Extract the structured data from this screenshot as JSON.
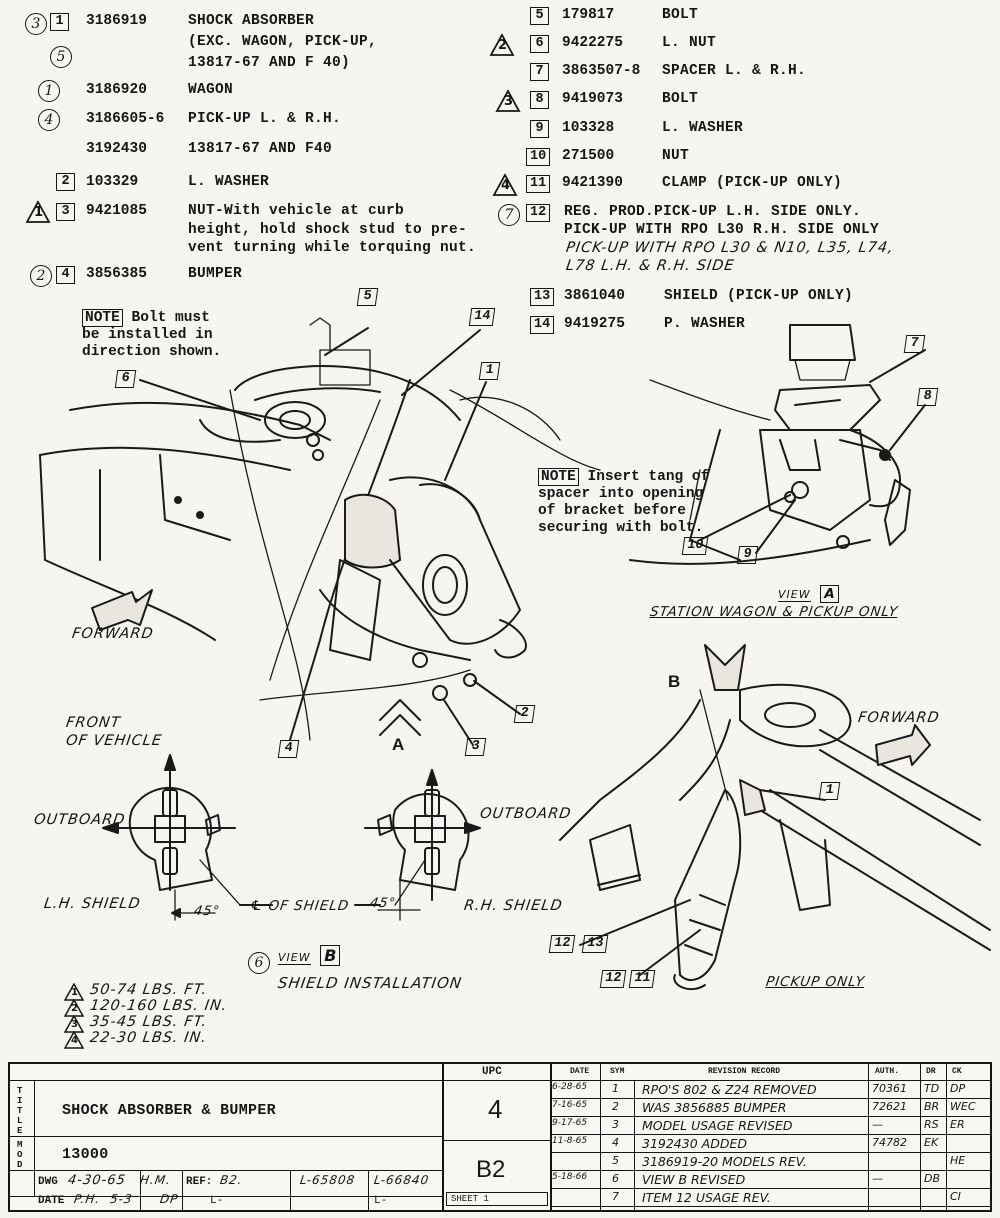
{
  "parts_list": {
    "left": [
      {
        "callouts": [
          "3"
        ],
        "item": "1",
        "part": "3186919",
        "desc": [
          "SHOCK ABSORBER",
          "(EXC. WAGON, PICK-UP,",
          "13817-67 AND F 40)"
        ],
        "extra_callout": "5"
      },
      {
        "callouts": [
          "1"
        ],
        "item": "",
        "part": "3186920",
        "desc": [
          "WAGON"
        ]
      },
      {
        "callouts": [
          "4"
        ],
        "item": "",
        "part": "3186605-6",
        "desc": [
          "PICK-UP L. & R.H."
        ]
      },
      {
        "callouts": [],
        "item": "",
        "part": "3192430",
        "desc": [
          "13817-67 AND F40"
        ]
      },
      {
        "callouts": [],
        "item": "2",
        "part": "103329",
        "desc": [
          "L. WASHER"
        ]
      },
      {
        "torque": "1",
        "item": "3",
        "part": "9421085",
        "desc": [
          "NUT-With vehicle at curb",
          "height, hold shock stud to pre-",
          "vent turning while torquing nut."
        ]
      },
      {
        "callouts": [
          "2"
        ],
        "item": "4",
        "part": "3856385",
        "desc": [
          "BUMPER"
        ]
      }
    ],
    "right": [
      {
        "item": "5",
        "part": "179817",
        "desc": [
          "BOLT"
        ]
      },
      {
        "torque": "2",
        "item": "6",
        "part": "9422275",
        "desc": [
          "L. NUT"
        ]
      },
      {
        "item": "7",
        "part": "3863507-8",
        "desc": [
          "SPACER L. & R.H."
        ]
      },
      {
        "torque": "3",
        "item": "8",
        "part": "9419073",
        "desc": [
          "BOLT"
        ]
      },
      {
        "item": "9",
        "part": "103328",
        "desc": [
          "L. WASHER"
        ]
      },
      {
        "item": "10",
        "part": "271500",
        "desc": [
          "NUT"
        ]
      },
      {
        "torque": "4",
        "item": "11",
        "part": "9421390",
        "desc": [
          "CLAMP (PICK-UP ONLY)"
        ]
      },
      {
        "callout": "7",
        "item": "12",
        "desc": [
          "REG. PROD.PICK-UP L.H. SIDE ONLY.",
          "PICK-UP WITH RPO L30 R.H. SIDE ONLY"
        ],
        "handwritten": [
          "PICK-UP WITH RPO L30 & N10, L35, L74,",
          "L78 L.H. & R.H. SIDE"
        ]
      },
      {
        "item": "13",
        "part": "3861040",
        "desc": [
          "SHIELD (PICK-UP ONLY)"
        ]
      },
      {
        "item": "14",
        "part": "9419275",
        "desc": [
          "P. WASHER"
        ]
      }
    ]
  },
  "notes": {
    "note_label": "NOTE",
    "bolt_note": [
      "Bolt must",
      "be installed in",
      "direction shown."
    ],
    "tang_note": [
      "Insert tang of",
      "spacer into opening",
      "of bracket before",
      "securing with bolt."
    ]
  },
  "diagram_labels": {
    "forward_left": "FORWARD",
    "forward_right": "FORWARD",
    "view_a_point": "A",
    "view_b_point": "B",
    "front_of_vehicle": [
      "FRONT",
      "OF VEHICLE"
    ],
    "outboard_left": "OUTBOARD",
    "outboard_right": "OUTBOARD",
    "lh_shield": "L.H. SHIELD",
    "rh_shield": "R.H. SHIELD",
    "cl_of_shield": "℄ OF SHIELD",
    "angle_left": "45°",
    "angle_right": "45°",
    "view_word": "VIEW",
    "view_a_letter": "A",
    "view_a_caption": "STATION WAGON & PICKUP ONLY",
    "view_b_letter": "B",
    "view_b_callout": "6",
    "view_b_caption": "SHIELD INSTALLATION",
    "pickup_only": "PICKUP ONLY",
    "callouts": [
      "5",
      "14",
      "1",
      "6",
      "7",
      "8",
      "10",
      "9",
      "2",
      "3",
      "4",
      "1",
      "12",
      "13",
      "12",
      "11"
    ]
  },
  "torque_specs": [
    {
      "id": "1",
      "text": "50-74 LBS. FT."
    },
    {
      "id": "2",
      "text": "120-160 LBS. IN."
    },
    {
      "id": "3",
      "text": "35-45 LBS. FT."
    },
    {
      "id": "4",
      "text": "22-30 LBS. IN."
    }
  ],
  "title_block": {
    "title_label": [
      "T",
      "I",
      "T",
      "L",
      "E"
    ],
    "title": "SHOCK ABSORBER & BUMPER",
    "mod_label": [
      "M",
      "O",
      "D"
    ],
    "mod": "13000",
    "upc_header": "UPC",
    "upc": "4",
    "sheet_code": "B2",
    "sheet_label": "SHEET",
    "sheet_num": "1",
    "dwg_label": "DWG",
    "dwg_date": "4-30-65",
    "dwg_by": "H.M.",
    "ref_label": "REF:",
    "ref": "B2.",
    "l1": "L-65808",
    "l2": "L-66840",
    "date_label": "DATE",
    "date_by": "P.H.",
    "date_val": "5-3",
    "date_chk": "DP",
    "l3": "L-",
    "l4": "L-",
    "rev_headers": {
      "date": "DATE",
      "sym": "SYM",
      "record": "REVISION RECORD",
      "auth": "AUTH.",
      "dr": "DR",
      "ck": "CK"
    },
    "revisions": [
      {
        "date": "6-28-65",
        "sym": "1",
        "record": "RPO'S 802 & Z24 REMOVED",
        "auth": "70361",
        "dr": "TD",
        "ck": "DP"
      },
      {
        "date": "7-16-65",
        "sym": "2",
        "record": "WAS 3856885 BUMPER",
        "auth": "72621",
        "dr": "BR",
        "ck": "WEC"
      },
      {
        "date": "9-17-65",
        "sym": "3",
        "record": "MODEL USAGE REVISED",
        "auth": "—",
        "dr": "RS",
        "ck": "ER"
      },
      {
        "date": "11-8-65",
        "sym": "4",
        "record": "3192430 ADDED",
        "auth": "74782",
        "dr": "EK",
        "ck": ""
      },
      {
        "date": "",
        "sym": "5",
        "record": "3186919-20 MODELS REV.",
        "auth": "",
        "dr": "",
        "ck": "HE"
      },
      {
        "date": "5-18-66",
        "sym": "6",
        "record": "VIEW B REVISED",
        "auth": "—",
        "dr": "DB",
        "ck": ""
      },
      {
        "date": "",
        "sym": "7",
        "record": "ITEM 12 USAGE REV.",
        "auth": "",
        "dr": "",
        "ck": "CI"
      }
    ]
  }
}
